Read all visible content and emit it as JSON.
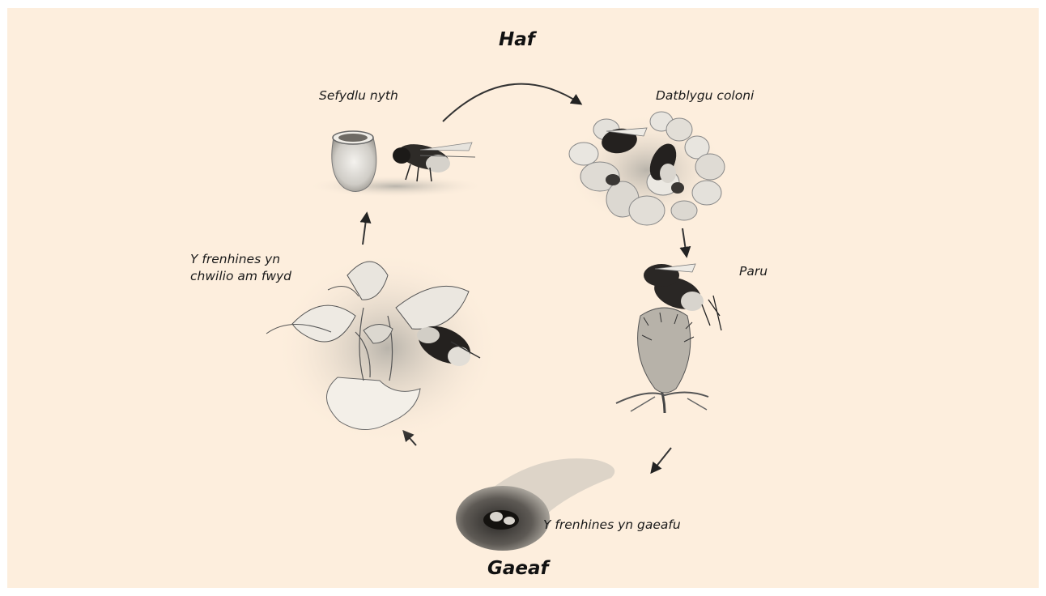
{
  "diagram": {
    "top_season": "Haf",
    "bottom_season": "Gaeaf",
    "stages": {
      "nest": "Sefydlu nyth",
      "colony": "Datblygu coloni",
      "mating": "Paru",
      "hibernate": "Y frenhines yn gaeafu",
      "forage_line1": "Y frenhines yn",
      "forage_line2": "chwilio am fwyd"
    },
    "icons": {
      "nest": "wax-pot-and-queen-bee-icon",
      "colony": "brood-cells-with-bees-icon",
      "mating": "bees-on-thistle-icon",
      "hibernate": "queen-in-burrow-icon",
      "forage": "queen-bee-on-plant-icon"
    },
    "colors": {
      "background": "#fdeedd",
      "ink": "#1a1a1a"
    }
  }
}
